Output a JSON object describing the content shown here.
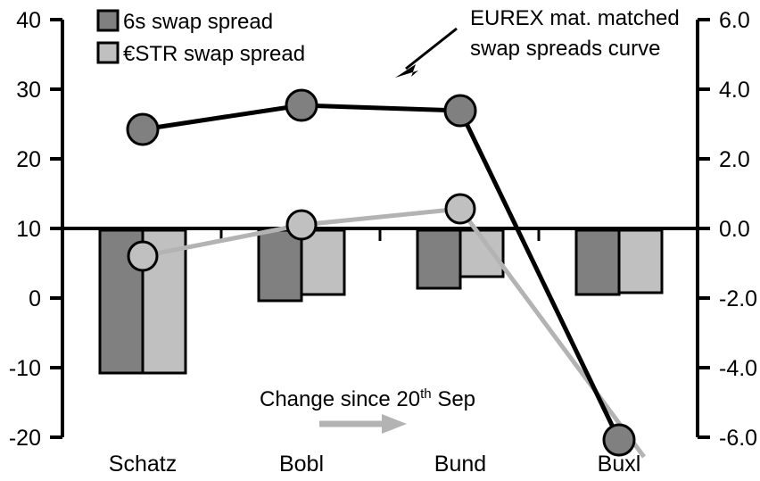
{
  "chart_data": {
    "type": "bar",
    "title": "",
    "categories": [
      "Schatz",
      "Bobl",
      "Bund",
      "Buxl"
    ],
    "series": [
      {
        "name": "6s swap spread",
        "type": "bar",
        "axis": "right",
        "color": "#808080",
        "values": [
          -4.1,
          -2.0,
          -1.65,
          -1.85
        ]
      },
      {
        "name": "€STR swap spread",
        "type": "bar",
        "axis": "right",
        "color": "#c0c0c0",
        "values": [
          -4.1,
          -1.85,
          -1.33,
          -1.8
        ]
      },
      {
        "name": "EUREX mat. matched swap spreads curve",
        "type": "line",
        "axis": "left",
        "color": "#000000",
        "values": [
          24.5,
          28.0,
          27.3,
          -18.0
        ]
      },
      {
        "name": "Change since 20th Sep",
        "type": "line",
        "axis": "left",
        "color": "#b3b3b3",
        "values": [
          6.0,
          10.5,
          12.8,
          -21.5
        ]
      }
    ],
    "left_axis": {
      "ticks": [
        "40",
        "30",
        "20",
        "10",
        "0",
        "-10",
        "-20"
      ],
      "values": [
        40,
        30,
        20,
        10,
        0,
        -10,
        -20
      ],
      "ylim": [
        -20,
        40
      ]
    },
    "right_axis": {
      "ticks": [
        "6.0",
        "4.0",
        "2.0",
        "0.0",
        "-2.0",
        "-4.0",
        "-6.0"
      ],
      "values": [
        6.0,
        4.0,
        2.0,
        0.0,
        -2.0,
        -4.0,
        -6.0
      ],
      "ylim": [
        -6.0,
        6.0
      ]
    },
    "xlabel": "",
    "ylabel": "",
    "grid": false,
    "legend_position": "top-left"
  },
  "legend": {
    "items": [
      {
        "label": "6s swap spread",
        "color": "#808080"
      },
      {
        "label": "€STR swap spread",
        "color": "#c0c0c0"
      }
    ]
  },
  "annotations": {
    "curve_note_line1": "EUREX mat. matched",
    "curve_note_line2": "swap spreads curve",
    "change_note_main": "Change since 20",
    "change_note_sup": "th",
    "change_note_tail": " Sep"
  },
  "axes": {
    "left_ticks": [
      "40",
      "30",
      "20",
      "10",
      "0",
      "-10",
      "-20"
    ],
    "right_ticks": [
      "6.0",
      "4.0",
      "2.0",
      "0.0",
      "-2.0",
      "-4.0",
      "-6.0"
    ],
    "categories": [
      "Schatz",
      "Bobl",
      "Bund",
      "Buxl"
    ]
  },
  "colors": {
    "dark_bar": "#808080",
    "light_bar": "#c0c0c0",
    "black_line": "#000000",
    "gray_line": "#b3b3b3",
    "axis": "#000000"
  }
}
